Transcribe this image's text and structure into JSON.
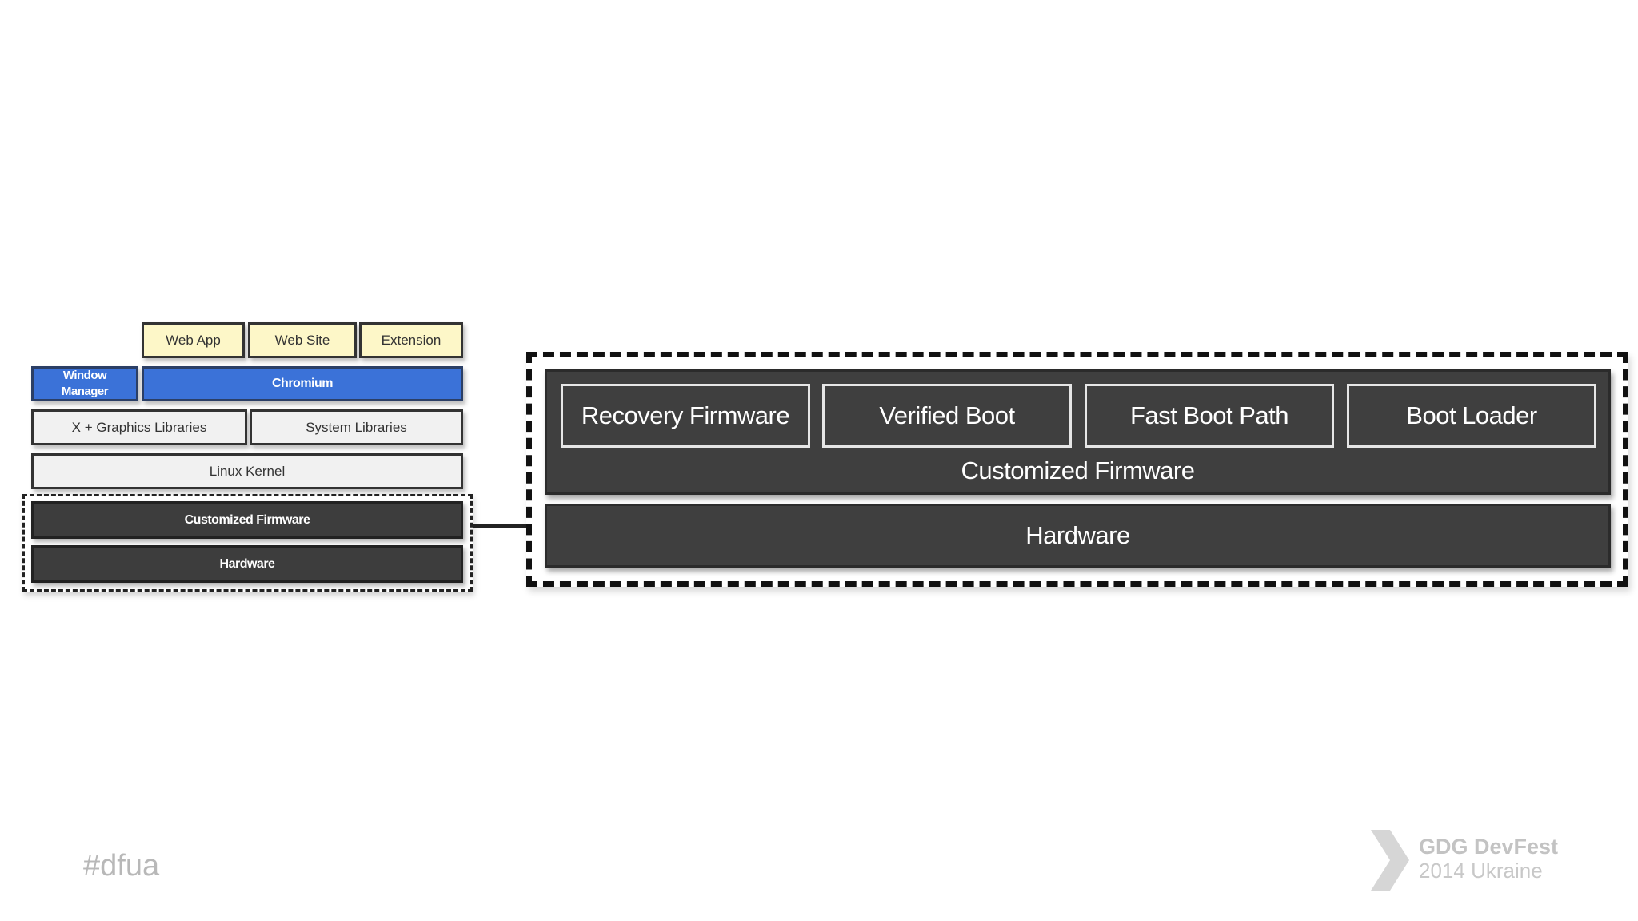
{
  "left_stack": {
    "apps": [
      "Web App",
      "Web Site",
      "Extension"
    ],
    "window_manager": "Window Manager",
    "chromium": "Chromium",
    "libraries": [
      "X + Graphics Libraries",
      "System Libraries"
    ],
    "kernel": "Linux Kernel",
    "firmware": "Customized Firmware",
    "hardware": "Hardware"
  },
  "zoom": {
    "firmware_components": [
      "Recovery Firmware",
      "Verified Boot",
      "Fast Boot Path",
      "Boot Loader"
    ],
    "firmware_label": "Customized Firmware",
    "hardware_label": "Hardware"
  },
  "footer": {
    "hashtag": "#dfua",
    "event_title": "GDG DevFest",
    "event_sub": "2014 Ukraine"
  },
  "colors": {
    "app_yellow": "#fdf7c8",
    "chromium_blue": "#3b72d8",
    "dark_panel": "#3f3f3f",
    "logo_grey": "#d6d6d6"
  }
}
